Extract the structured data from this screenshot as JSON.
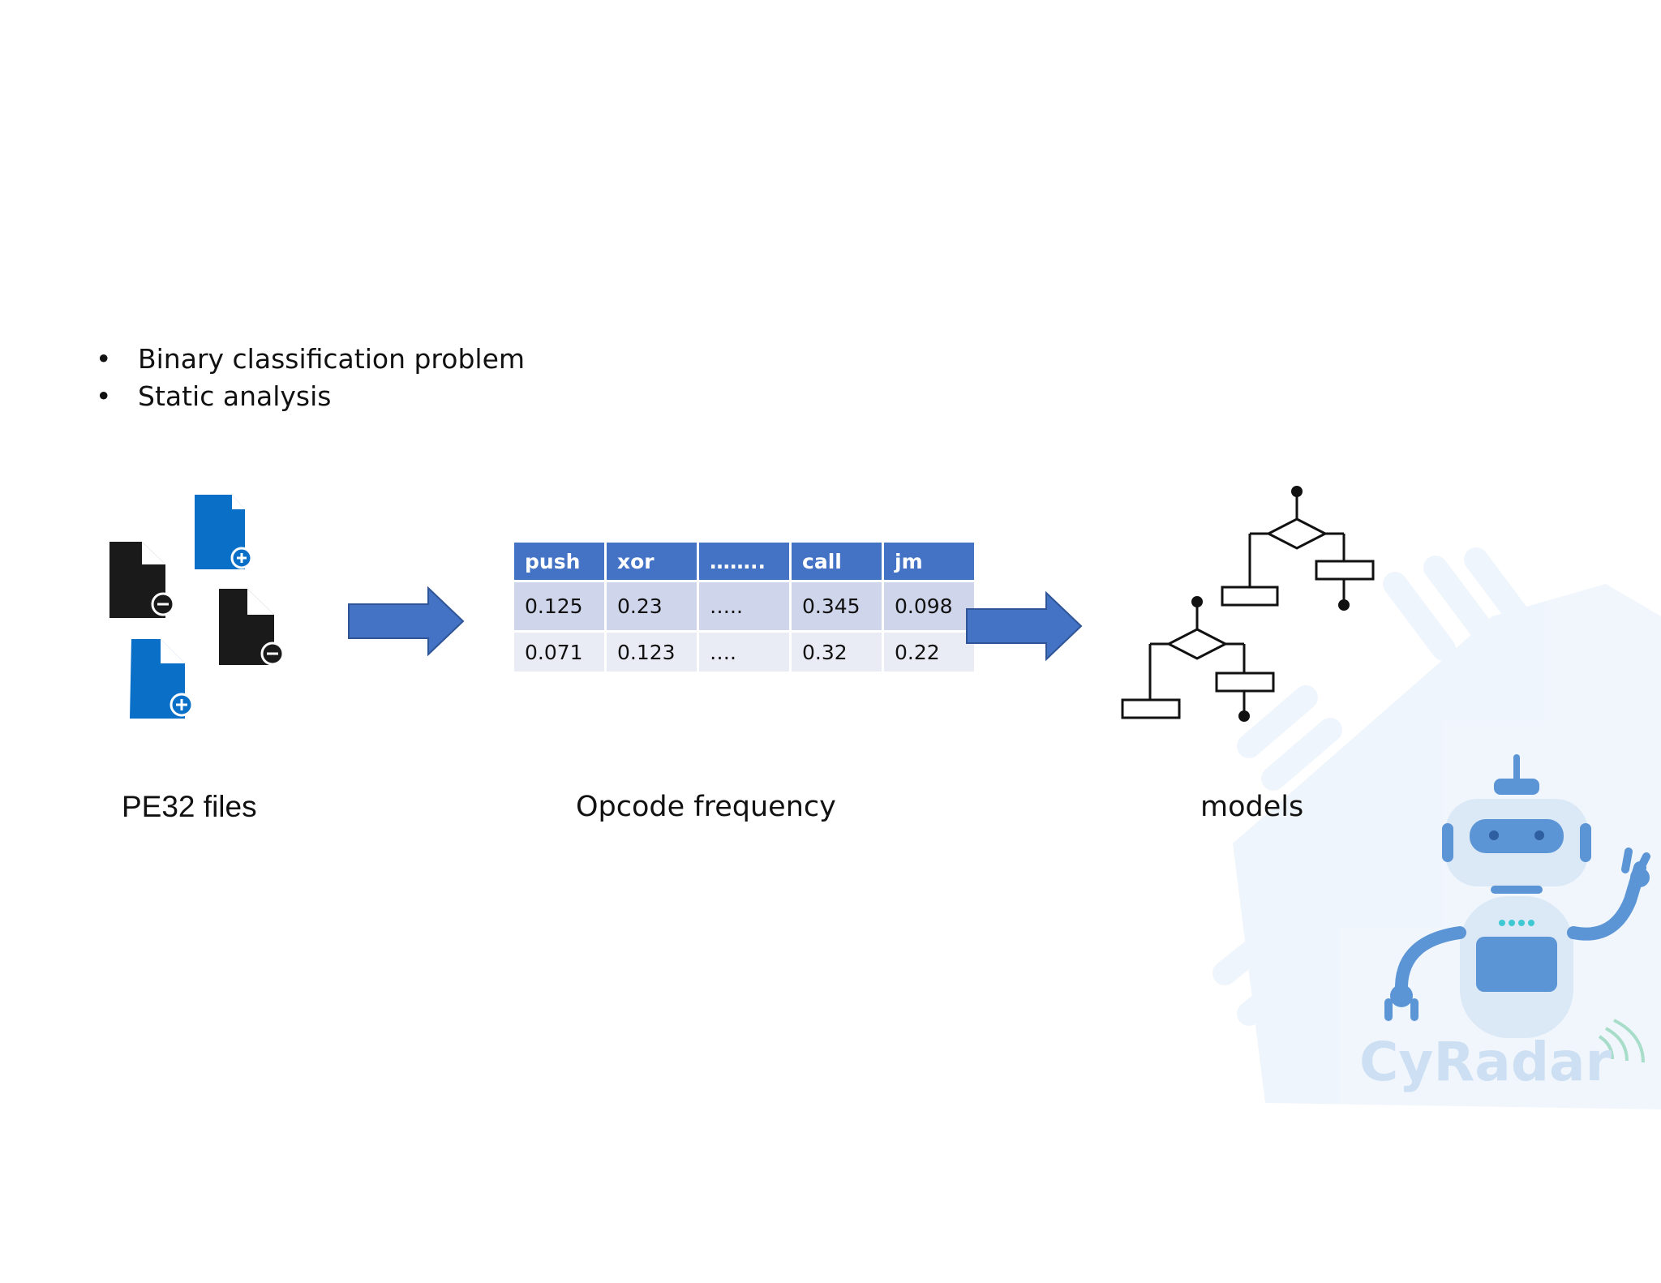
{
  "bullets": [
    "Binary classification problem",
    "Static analysis"
  ],
  "captions": {
    "files": "PE32 files",
    "features": "Opcode frequency",
    "models": "models"
  },
  "table": {
    "headers": [
      "push",
      "xor",
      "……..",
      "call",
      "jm"
    ],
    "rows": [
      [
        "0.125",
        "0.23",
        "…..",
        "0.345",
        "0.098"
      ],
      [
        "0.071",
        "0.123",
        "….",
        "0.32",
        "0.22"
      ]
    ]
  },
  "logo": {
    "text": "CyRadar"
  },
  "colors": {
    "accent": "#4472c4",
    "file_blue": "#0a6fc7",
    "file_black": "#1a1a1a",
    "robot": "#5b95d6"
  },
  "icons": [
    "file-icon",
    "flowchart-icon",
    "robot-illustration",
    "right-arrow-icon"
  ]
}
